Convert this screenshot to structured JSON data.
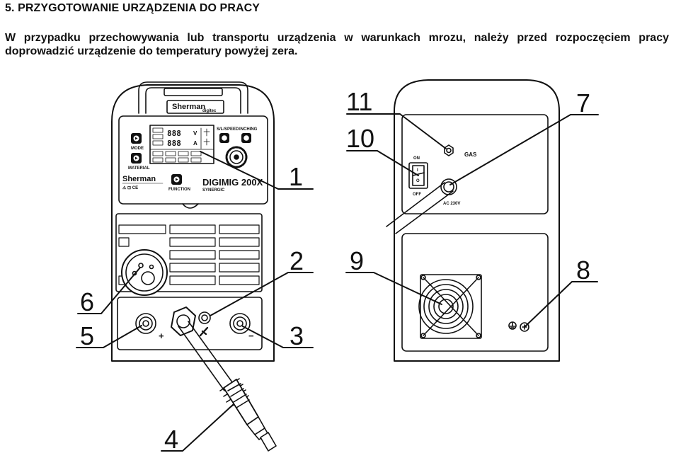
{
  "heading": "5. PRZYGOTOWANIE URZĄDZENIA DO PRACY",
  "intro": "W przypadku przechowywania lub transportu urządzenia w warunkach mrozu, należy przed rozpoczęciem pracy doprowadzić urządzenie do temperatury powyżej zera.",
  "front_panel": {
    "brand_top": "Sherman",
    "brand_sub": "digitec",
    "brand_left": "Sherman",
    "certs": "⚠ ⊡ CE",
    "model": "DIGIMIG 200X",
    "model_sub": "SYNERGIC",
    "buttons": {
      "mode": "MODE",
      "material": "MATERIAL",
      "function": "FUNCTION",
      "speed": "S/L/SPEED",
      "inching": "INCHING"
    },
    "display": {
      "row1": "888",
      "row1_unit": "V",
      "row2": "888",
      "row2_unit": "A"
    },
    "plus_sign": "+",
    "minus_sign": "−"
  },
  "rear_panel": {
    "switch_on": "ON",
    "switch_off": "OFF",
    "switch_mark_on": "I",
    "switch_mark_off": "O",
    "gas_label": "GAS",
    "power_label": "AC 230V"
  },
  "callouts": [
    "1",
    "2",
    "3",
    "4",
    "5",
    "6",
    "7",
    "8",
    "9",
    "10",
    "11"
  ]
}
